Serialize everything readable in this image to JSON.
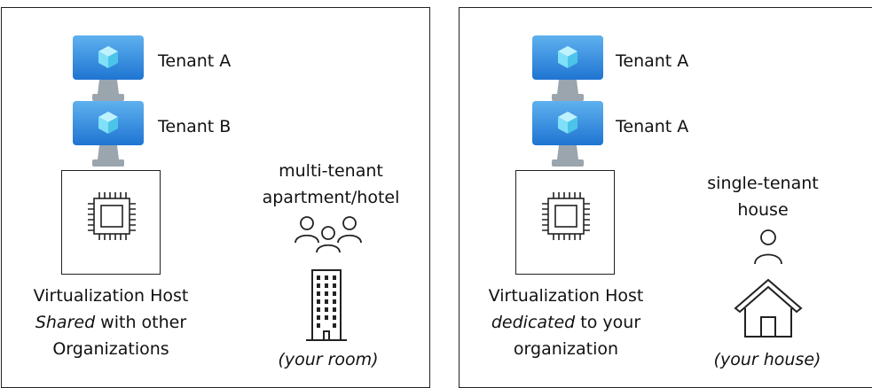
{
  "left_panel": {
    "tenants": [
      {
        "label": "Tenant A",
        "icon": "virtual-machine-icon"
      },
      {
        "label": "Tenant B",
        "icon": "virtual-machine-icon"
      }
    ],
    "host_icon": "cpu-chip-icon",
    "host_caption": {
      "line1": "Virtualization Host",
      "line2_em": "Shared",
      "line2_rest": " with other",
      "line3": "Organizations"
    },
    "analogy": {
      "line1": "multi-tenant",
      "line2": "apartment/hotel",
      "icon_people": "group-of-people-icon",
      "icon_building": "apartment-building-icon",
      "footnote": "(your room)"
    }
  },
  "right_panel": {
    "tenants": [
      {
        "label": "Tenant A",
        "icon": "virtual-machine-icon"
      },
      {
        "label": "Tenant A",
        "icon": "virtual-machine-icon"
      }
    ],
    "host_icon": "cpu-chip-icon",
    "host_caption": {
      "line1": "Virtualization Host",
      "line2_em": "dedicated",
      "line2_rest": " to your",
      "line3": "organization"
    },
    "analogy": {
      "line1": "single-tenant",
      "line2": "house",
      "icon_person": "person-icon",
      "icon_house": "house-icon",
      "footnote": "(your house)"
    }
  },
  "colors": {
    "monitor_light": "#5fb1ee",
    "monitor_dark": "#1f74d2",
    "stand_gray": "#9aa5ad",
    "cube": "#7fe0f8",
    "line": "#222222"
  }
}
